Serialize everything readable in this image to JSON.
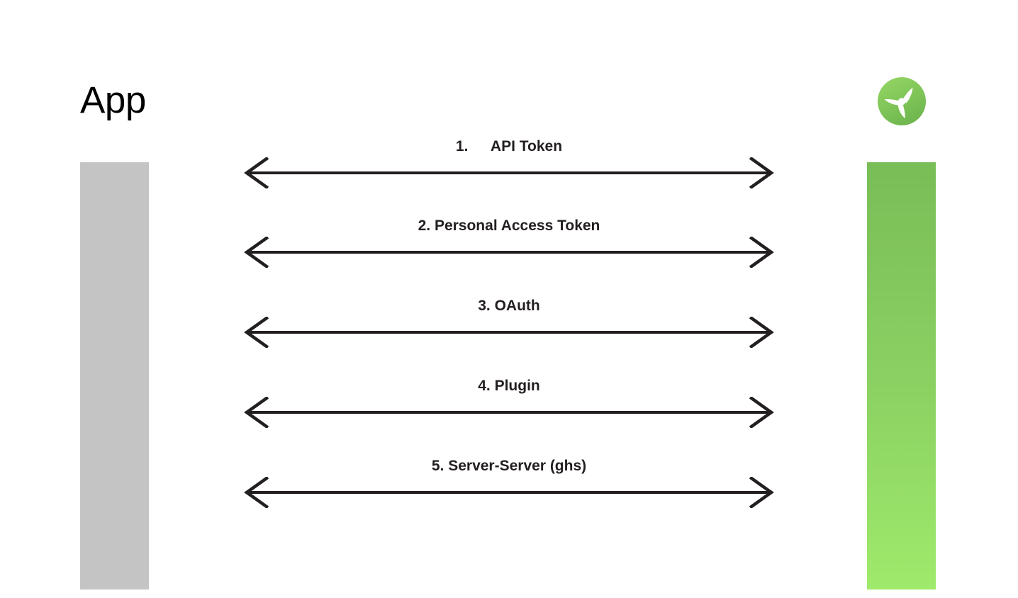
{
  "diagram": {
    "type": "sequence-diagram",
    "background_color": "#ffffff",
    "left_actor": {
      "title": "App",
      "lifeline_color": "#c4c4c4"
    },
    "right_actor": {
      "logo_icon": "green-propeller-logo-icon",
      "logo_circle_color_top": "#8ed15f",
      "logo_circle_color_bottom": "#6fb84f",
      "logo_blade_color": "#ffffff",
      "lifeline_gradient_top": "#79bd57",
      "lifeline_gradient_bottom": "#9fea6c"
    },
    "arrow_color": "#231f20",
    "label_color": "#231f20",
    "messages": [
      {
        "index": "1.",
        "label": "1.  API Token",
        "name": "API Token",
        "direction": "bidirectional"
      },
      {
        "index": "2.",
        "label": "2. Personal Access Token",
        "name": "Personal Access Token",
        "direction": "bidirectional"
      },
      {
        "index": "3.",
        "label": "3. OAuth",
        "name": "OAuth",
        "direction": "bidirectional"
      },
      {
        "index": "4.",
        "label": "4. Plugin",
        "name": "Plugin",
        "direction": "bidirectional"
      },
      {
        "index": "5.",
        "label": "5. Server-Server (ghs)",
        "name": "Server-Server (ghs)",
        "direction": "bidirectional"
      }
    ]
  }
}
